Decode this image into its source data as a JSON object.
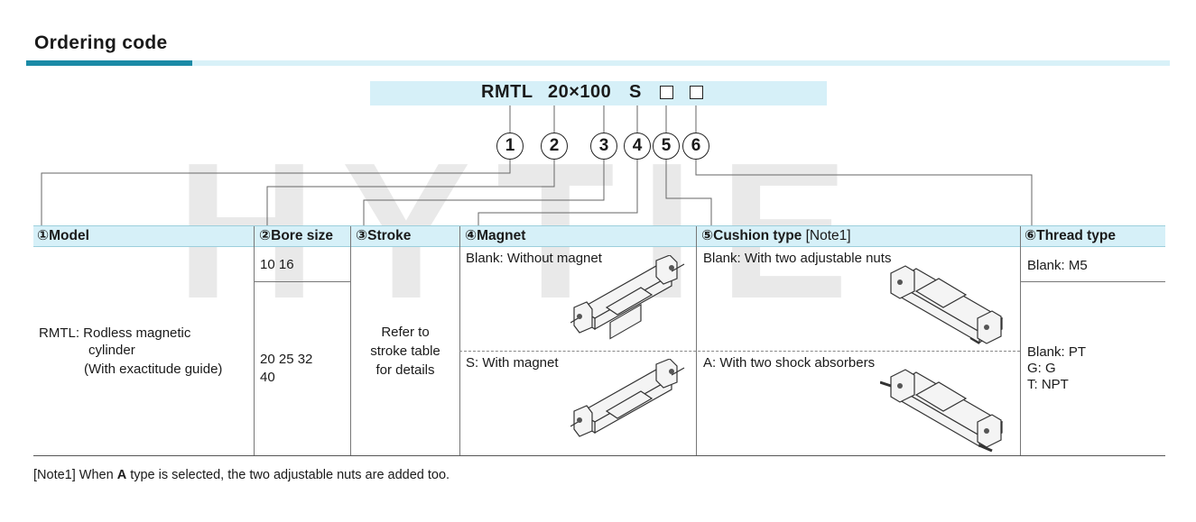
{
  "title": "Ordering code",
  "watermark": "HYTIE",
  "code": {
    "model": "RMTL",
    "bore_stroke": "20×100",
    "magnet": "S"
  },
  "callouts": [
    "1",
    "2",
    "3",
    "4",
    "5",
    "6"
  ],
  "columns": {
    "model": {
      "num": "①",
      "label": "Model"
    },
    "bore": {
      "num": "②",
      "label": "Bore size"
    },
    "stroke": {
      "num": "③",
      "label": "Stroke"
    },
    "magnet": {
      "num": "④",
      "label": "Magnet"
    },
    "cushion": {
      "num": "⑤",
      "label": "Cushion type",
      "note": "[Note1]"
    },
    "thread": {
      "num": "⑥",
      "label": "Thread type"
    }
  },
  "model": {
    "line1": "RMTL: Rodless magnetic",
    "line2": "cylinder",
    "line3": "(With exactitude guide)"
  },
  "bore": {
    "group1": "10  16",
    "group2_line1": "20  25  32",
    "group2_line2": "40"
  },
  "stroke": {
    "line1": "Refer to",
    "line2": "stroke table",
    "line3": "for details"
  },
  "magnet": {
    "opt1": "Blank: Without magnet",
    "opt2": "S: With magnet"
  },
  "cushion": {
    "opt1": "Blank: With two adjustable nuts",
    "opt2": "A: With two shock absorbers"
  },
  "thread": {
    "group1": "Blank: M5",
    "group2_line1": "Blank: PT",
    "group2_line2": "G: G",
    "group2_line3": "T: NPT"
  },
  "footnote": {
    "prefix": "[Note1] When ",
    "bold": "A",
    "suffix": " type is selected, the two adjustable nuts are added too."
  }
}
